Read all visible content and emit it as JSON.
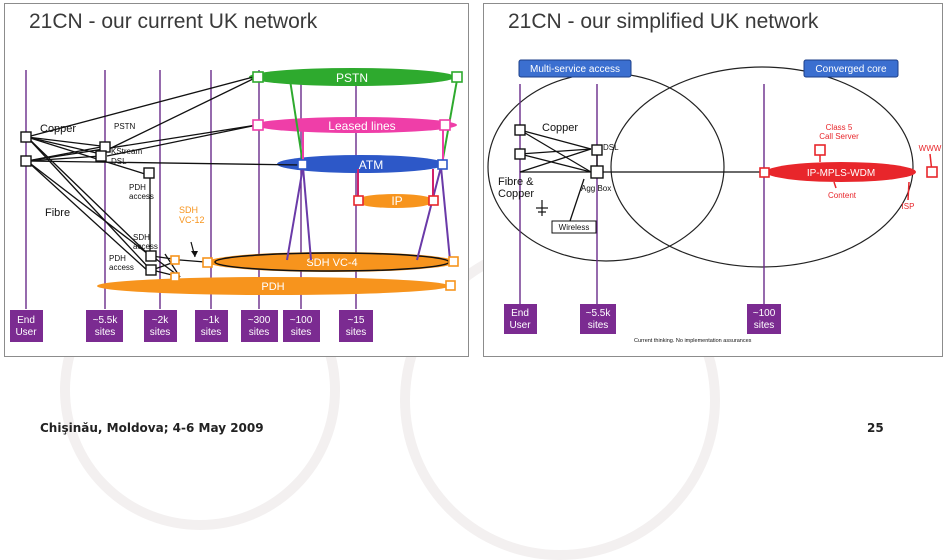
{
  "left": {
    "title": "21CN - our current UK network",
    "labels": {
      "pstn": "PSTN",
      "leased": "Leased lines",
      "atm": "ATM",
      "ip": "IP",
      "sdh_vc4": "SDH VC-4",
      "pdh": "PDH",
      "copper": "Copper",
      "fibre": "Fibre",
      "pstn_small": "PSTN",
      "kstream": "KStream",
      "dsl": "DSL",
      "pdh_access_1": "PDH",
      "pdh_access_2": "access",
      "sdh_vc12_1": "SDH",
      "sdh_vc12_2": "VC-12",
      "sdh_access_1": "SDH",
      "sdh_access_2": "access",
      "pdh_access_b1": "PDH",
      "pdh_access_b2": "access"
    },
    "sites": [
      [
        "End",
        "User"
      ],
      [
        "~5.5k",
        "sites"
      ],
      [
        "~2k",
        "sites"
      ],
      [
        "~1k",
        "sites"
      ],
      [
        "~300",
        "sites"
      ],
      [
        "~100",
        "sites"
      ],
      [
        "~15",
        "sites"
      ]
    ]
  },
  "right": {
    "title": "21CN - our simplified UK network",
    "labels": {
      "multi": "Multi-service access",
      "converged": "Converged core",
      "copper": "Copper",
      "dsl": "DSL",
      "fibre_1": "Fibre &",
      "fibre_2": "Copper",
      "aggbox": "Agg Box",
      "wireless": "Wireless",
      "class5_1": "Class 5",
      "class5_2": "Call Server",
      "www": "WWW",
      "core": "IP-MPLS-WDM",
      "content": "Content",
      "isp": "ISP",
      "note": "Current thinking.  No implementation assurances"
    },
    "sites": [
      [
        "End",
        "User"
      ],
      [
        "~5.5k",
        "sites"
      ],
      [
        "~100",
        "sites"
      ]
    ]
  },
  "footer": {
    "location": "Chişinău, Moldova; 4-6 May 2009",
    "page": "25"
  },
  "colors": {
    "purple": "#7b2b91",
    "pstn": "#2eaa2e",
    "leased": "#ef3ea8",
    "atm": "#2d58c8",
    "ip": "#f7941d",
    "sdh": "#f7941d",
    "core": "#e8262b"
  }
}
